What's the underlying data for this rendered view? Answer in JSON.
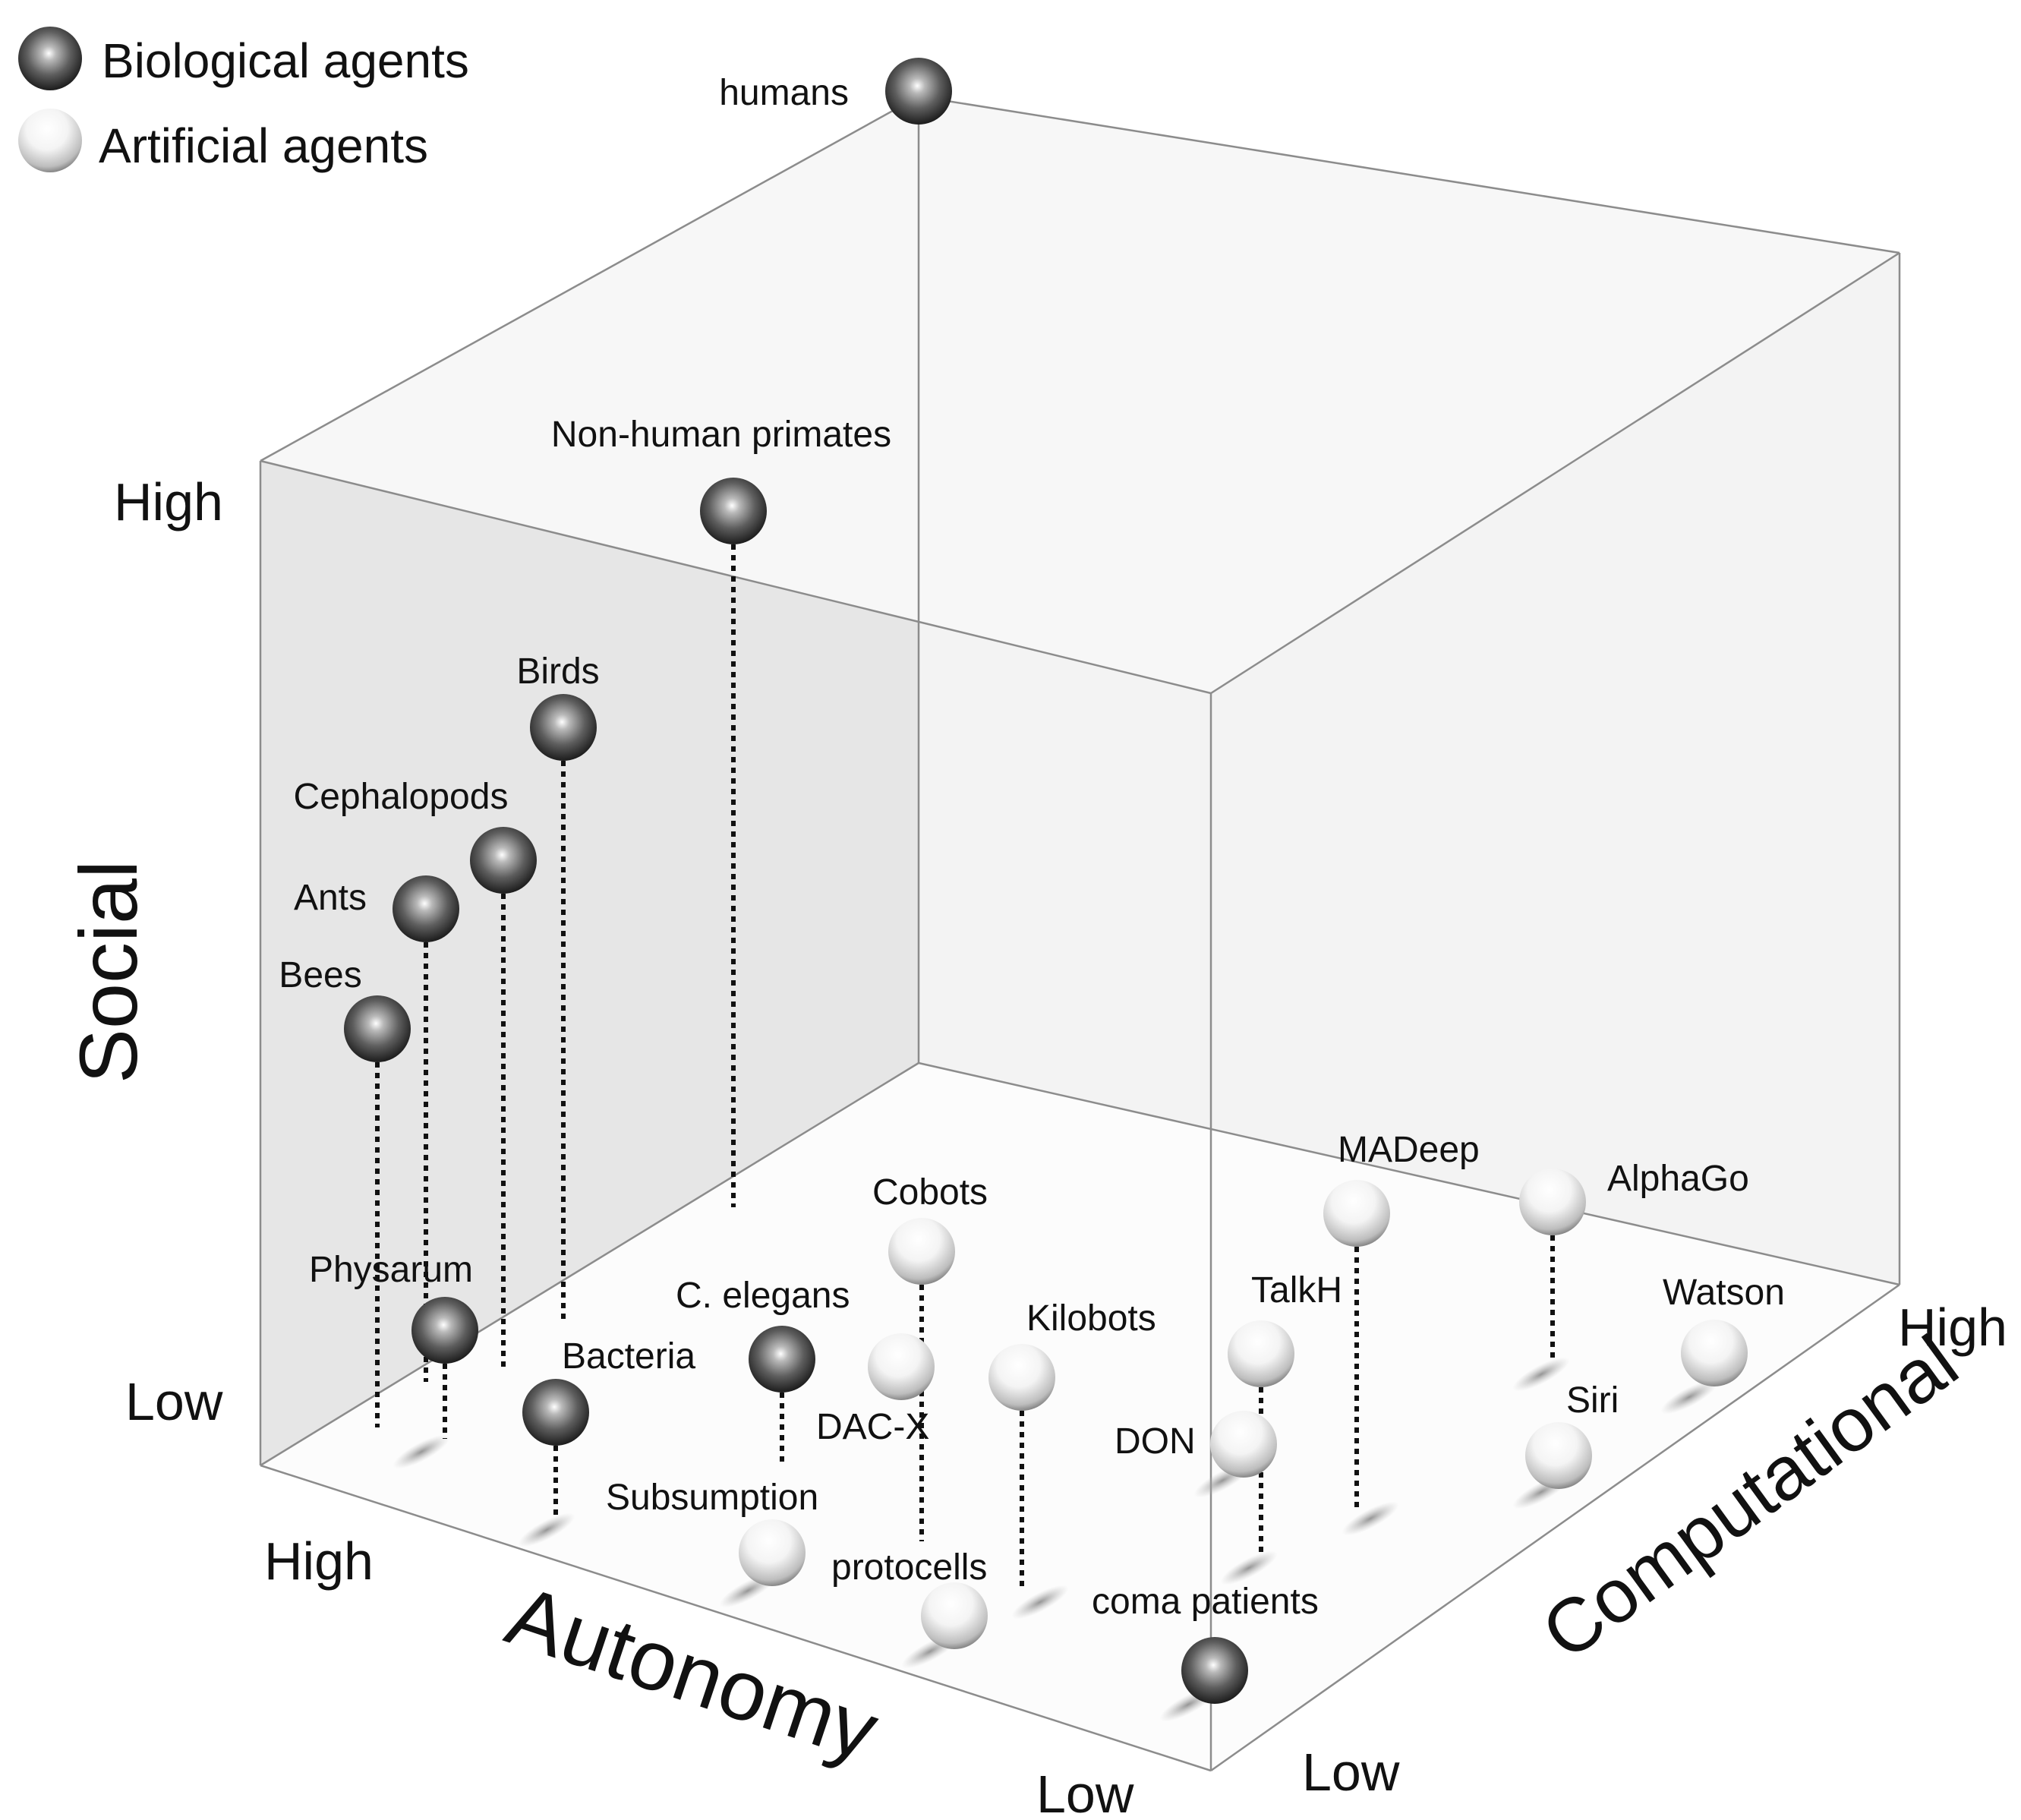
{
  "legend": [
    {
      "kind": "biological",
      "label": "Biological agents"
    },
    {
      "kind": "artificial",
      "label": "Artificial agents"
    }
  ],
  "axes": {
    "social": {
      "title": "Social",
      "high": "High",
      "low": "Low"
    },
    "autonomy": {
      "title": "Autonomy",
      "high": "High",
      "low": "Low"
    },
    "computational": {
      "title": "Computational",
      "high": "High",
      "low": "Low"
    }
  },
  "agents": [
    {
      "id": "humans",
      "label": "humans",
      "kind": "biological"
    },
    {
      "id": "non-human-primates",
      "label": "Non-human primates",
      "kind": "biological"
    },
    {
      "id": "birds",
      "label": "Birds",
      "kind": "biological"
    },
    {
      "id": "cephalopods",
      "label": "Cephalopods",
      "kind": "biological"
    },
    {
      "id": "ants",
      "label": "Ants",
      "kind": "biological"
    },
    {
      "id": "bees",
      "label": "Bees",
      "kind": "biological"
    },
    {
      "id": "physarum",
      "label": "Physarum",
      "kind": "biological"
    },
    {
      "id": "bacteria",
      "label": "Bacteria",
      "kind": "biological"
    },
    {
      "id": "c-elegans",
      "label": "C. elegans",
      "kind": "biological"
    },
    {
      "id": "coma-patients",
      "label": "coma patients",
      "kind": "biological"
    },
    {
      "id": "cobots",
      "label": "Cobots",
      "kind": "artificial"
    },
    {
      "id": "dac-x",
      "label": "DAC-X",
      "kind": "artificial"
    },
    {
      "id": "kilobots",
      "label": "Kilobots",
      "kind": "artificial"
    },
    {
      "id": "subsumption",
      "label": "Subsumption",
      "kind": "artificial"
    },
    {
      "id": "protocells",
      "label": "protocells",
      "kind": "artificial"
    },
    {
      "id": "madeep",
      "label": "MADeep",
      "kind": "artificial"
    },
    {
      "id": "alphago",
      "label": "AlphaGo",
      "kind": "artificial"
    },
    {
      "id": "talkh",
      "label": "TalkH",
      "kind": "artificial"
    },
    {
      "id": "watson",
      "label": "Watson",
      "kind": "artificial"
    },
    {
      "id": "don",
      "label": "DON",
      "kind": "artificial"
    },
    {
      "id": "siri",
      "label": "Siri",
      "kind": "artificial"
    }
  ]
}
